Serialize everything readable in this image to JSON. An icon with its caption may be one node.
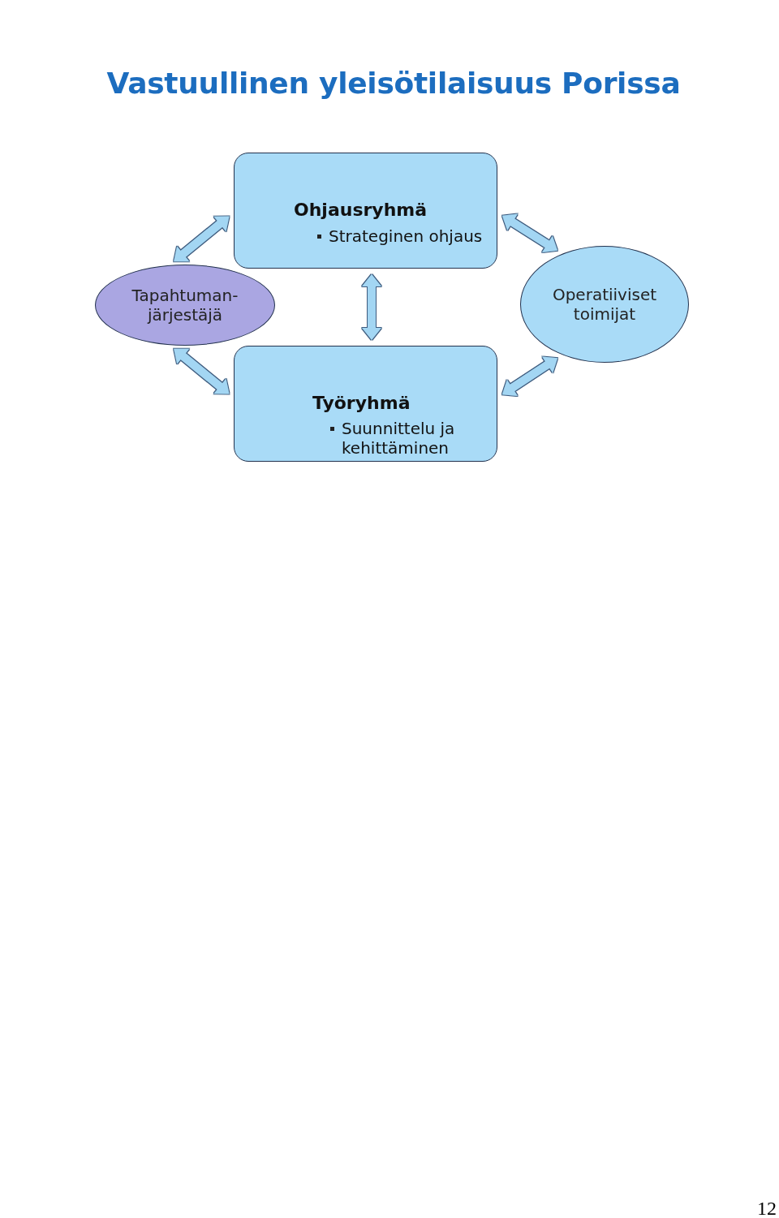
{
  "diagram": {
    "title": "Vastuullinen yleisötilaisuus Porissa",
    "nodes": [
      {
        "text": [
          "Ohjausryhmä",
          "Strateginen ohjaus"
        ]
      },
      {
        "text": [
          "Tapahtuman- järjestäjä"
        ]
      },
      {
        "text": [
          "Operatiiviset toimijat"
        ]
      },
      {
        "text": [
          "Työryhmä",
          "Suunnittelu ja kehittäminen"
        ]
      }
    ],
    "edges": [
      {
        "from": 1,
        "to": 0,
        "arrow": "both"
      },
      {
        "from": 0,
        "to": 2,
        "arrow": "both"
      },
      {
        "from": 0,
        "to": 3,
        "arrow": "both"
      },
      {
        "from": 1,
        "to": 3,
        "arrow": "both"
      },
      {
        "from": 3,
        "to": 2,
        "arrow": "both"
      }
    ],
    "labels": [
      "12"
    ]
  }
}
